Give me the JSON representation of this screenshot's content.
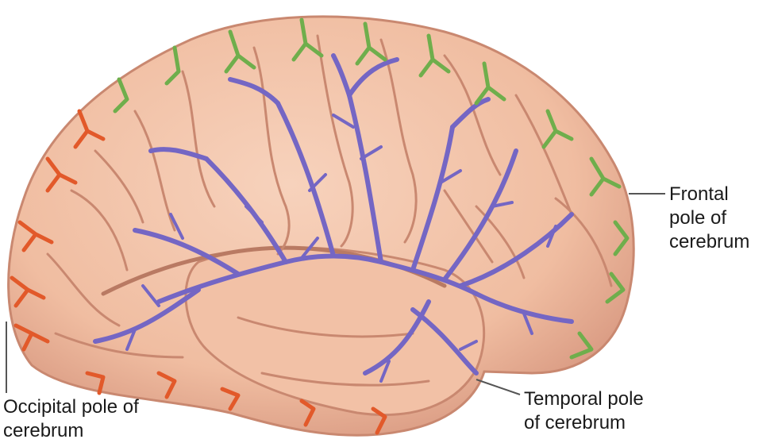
{
  "labels": {
    "frontal_pole": [
      "Frontal",
      "pole of",
      "cerebrum"
    ],
    "temporal_pole": [
      "Temporal pole",
      "of cerebrum"
    ],
    "occipital_pole": [
      "Occipital pole of",
      "cerebrum"
    ]
  },
  "colors": {
    "brain_fill": "#f2c1a6",
    "brain_shadow": "#d99a82",
    "sulcus": "#c98870",
    "middle_cerebral_artery": "#7466c4",
    "anterior_cerebral_artery": "#6fae4c",
    "posterior_cerebral_artery": "#e2592a",
    "leader_line": "#555555"
  }
}
